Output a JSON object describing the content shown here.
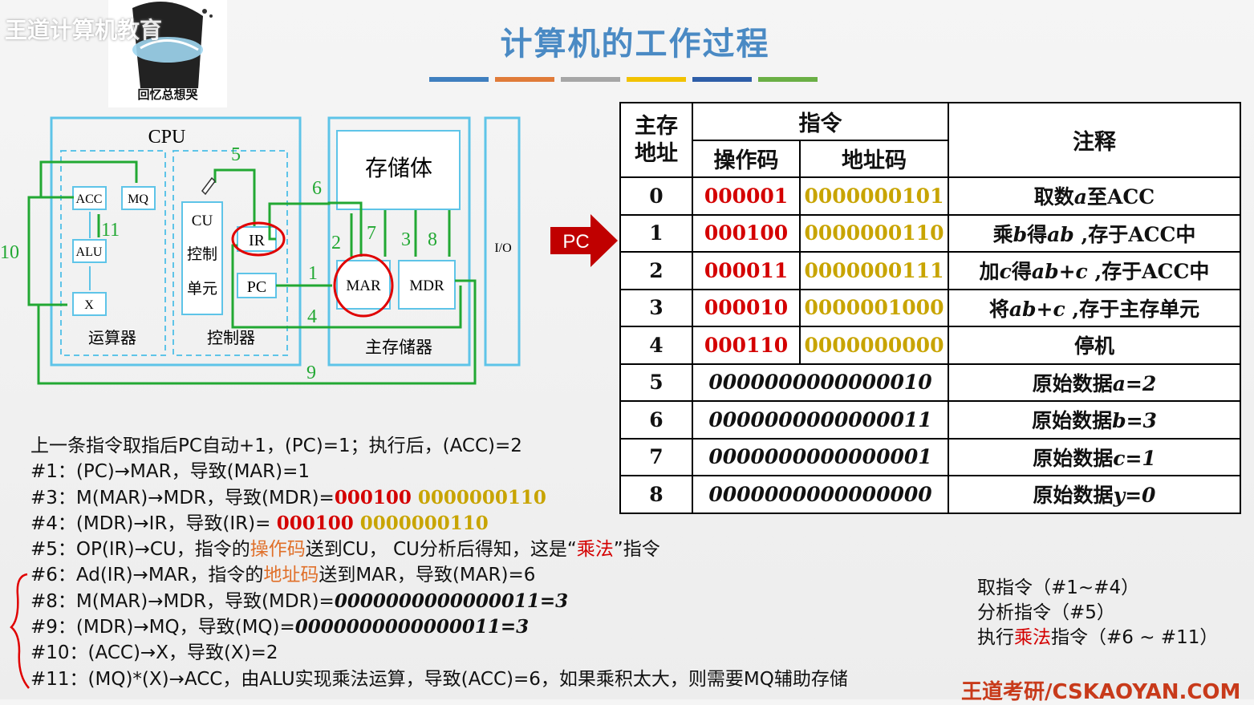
{
  "header": {
    "title": "计算机的工作过程",
    "watermark": "王道计算机教育",
    "meme_caption": "回忆总想哭",
    "bar_colors": [
      "#3f7fbf",
      "#e07b39",
      "#a6a6a6",
      "#f2c200",
      "#2e5ea8",
      "#6aaf45"
    ]
  },
  "diagram": {
    "cpu_label": "CPU",
    "acc": "ACC",
    "mq": "MQ",
    "alu": "ALU",
    "x": "X",
    "cu": "CU",
    "cu_line2": "控制",
    "cu_line3": "单元",
    "ir": "IR",
    "pc": "PC",
    "alu_group_label": "运算器",
    "ctrl_group_label": "控制器",
    "storage_body": "存储体",
    "mar": "MAR",
    "mdr": "MDR",
    "main_memory_label": "主存储器",
    "io": "I/O",
    "step_numbers": [
      "10",
      "11",
      "5",
      "6",
      "2",
      "7",
      "3",
      "8",
      "1",
      "4",
      "9"
    ],
    "line_color": "#22a833",
    "box_color": "#5ec4e8"
  },
  "pc_pointer": "PC",
  "table": {
    "headers": {
      "addr": "主存\n地址",
      "addr_l1": "主存",
      "addr_l2": "地址",
      "instr": "指令",
      "opcode": "操作码",
      "address_code": "地址码",
      "comment": "注释"
    },
    "instr_rows": [
      {
        "addr": "0",
        "op": "000001",
        "ad": "0000000101",
        "note_pre": "取数",
        "note_var": "a",
        "note_post": "至ACC"
      },
      {
        "addr": "1",
        "op": "000100",
        "ad": "0000000110",
        "note_pre": "乘",
        "note_var": "b",
        "note_mid": "得",
        "note_var2": "ab",
        "note_post": " ,存于ACC中"
      },
      {
        "addr": "2",
        "op": "000011",
        "ad": "0000000111",
        "note_pre": "加",
        "note_var": "c",
        "note_mid": "得",
        "note_var2": "ab+c",
        "note_post": " ,存于ACC中"
      },
      {
        "addr": "3",
        "op": "000010",
        "ad": "0000001000",
        "note_pre": "将",
        "note_var": "ab+c",
        "note_post": " ,存于主存单元"
      },
      {
        "addr": "4",
        "op": "000110",
        "ad": "0000000000",
        "note_pre": "停机"
      }
    ],
    "data_rows": [
      {
        "addr": "5",
        "value": "0000000000000010",
        "note_pre": "原始数据",
        "note_var": "a=2"
      },
      {
        "addr": "6",
        "value": "0000000000000011",
        "note_pre": "原始数据",
        "note_var": "b=3"
      },
      {
        "addr": "7",
        "value": "0000000000000001",
        "note_pre": "原始数据",
        "note_var": "c=1"
      },
      {
        "addr": "8",
        "value": "0000000000000000",
        "note_pre": "原始数据",
        "note_var": "y=0"
      }
    ]
  },
  "steps": {
    "l0": "上一条指令取指后PC自动+1，(PC)=1；执行后，(ACC)=2",
    "l1": "#1：(PC)→MAR，导致(MAR)=1",
    "l3a": "#3：M(MAR)→MDR，导致(MDR)=",
    "l3op": "000100",
    "l3ad": " 0000000110",
    "l4a": "#4：(MDR)→IR，导致(IR)= ",
    "l4op": "000100",
    "l4ad": " 0000000110",
    "l5a": "#5：OP(IR)→CU，指令的",
    "l5b": "操作码",
    "l5c": "送到CU， CU分析后得知，这是“",
    "l5d": "乘法",
    "l5e": "”指令",
    "l6a": "#6：Ad(IR)→MAR，指令的",
    "l6b": "地址码",
    "l6c": "送到MAR，导致(MAR)=6",
    "l8a": "#8：M(MAR)→MDR，导致(MDR)=",
    "l8b": "0000000000000011=3",
    "l9a": "#9：(MDR)→MQ，导致(MQ)=",
    "l9b": "0000000000000011=3",
    "l10": "#10：(ACC)→X，导致(X)=2",
    "l11": "#11：(MQ)*(X)→ACC，由ALU实现乘法运算，导致(ACC)=6，如果乘积太大，则需要MQ辅助存储"
  },
  "summary": {
    "s1": "取指令（#1~#4）",
    "s2": "分析指令（#5）",
    "s3a": "执行",
    "s3b": "乘法",
    "s3c": "指令（#6 ~ #11）"
  },
  "footer": "王道考研/CSKAOYAN.COM"
}
